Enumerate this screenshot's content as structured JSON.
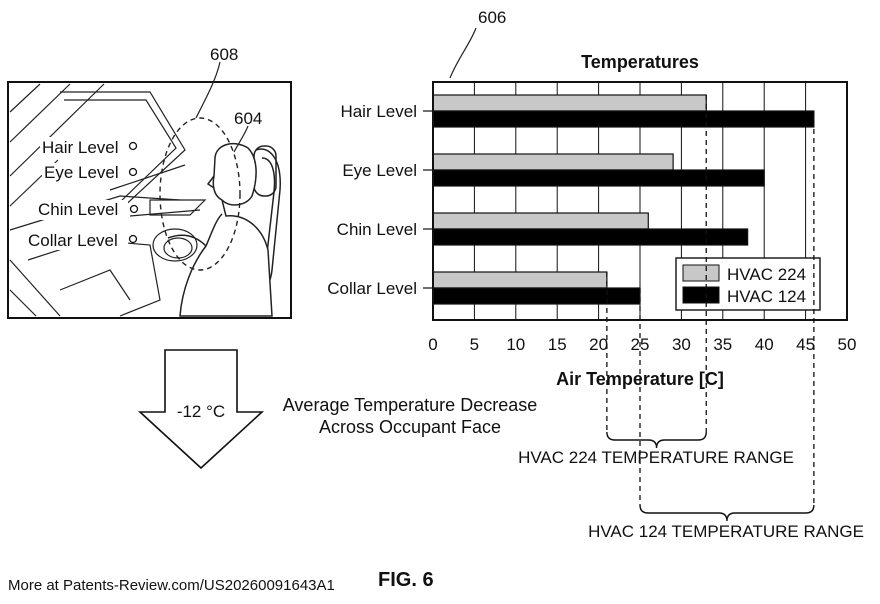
{
  "ref_numerals": {
    "chart": "606",
    "face_region": "608",
    "occupant": "604"
  },
  "cabin_levels": [
    "Hair Level",
    "Eye Level",
    "Chin Level",
    "Collar Level"
  ],
  "arrow": {
    "value": "-12 °C",
    "caption_line1": "Average Temperature Decrease",
    "caption_line2": "Across Occupant Face"
  },
  "ranges": {
    "hvac224_label": "HVAC 224 TEMPERATURE RANGE",
    "hvac124_label": "HVAC 124 TEMPERATURE RANGE"
  },
  "figure_label": "FIG. 6",
  "footer": "More at Patents-Review.com/US20260091643A1",
  "colors": {
    "hvac224": "#c8c8c8",
    "hvac124": "#000000"
  },
  "chart_data": {
    "type": "bar",
    "orientation": "horizontal",
    "title": "Temperatures",
    "xlabel": "Air Temperature [C]",
    "ylabel": "",
    "categories": [
      "Hair Level",
      "Eye Level",
      "Chin Level",
      "Collar Level"
    ],
    "series": [
      {
        "name": "HVAC 224",
        "values": [
          33,
          29,
          26,
          21
        ]
      },
      {
        "name": "HVAC 124",
        "values": [
          46,
          40,
          38,
          25
        ]
      }
    ],
    "xlim": [
      0,
      50
    ],
    "xticks": [
      0,
      5,
      10,
      15,
      20,
      25,
      30,
      35,
      40,
      45,
      50
    ],
    "grid": "vertical",
    "legend": "bottom-right"
  }
}
